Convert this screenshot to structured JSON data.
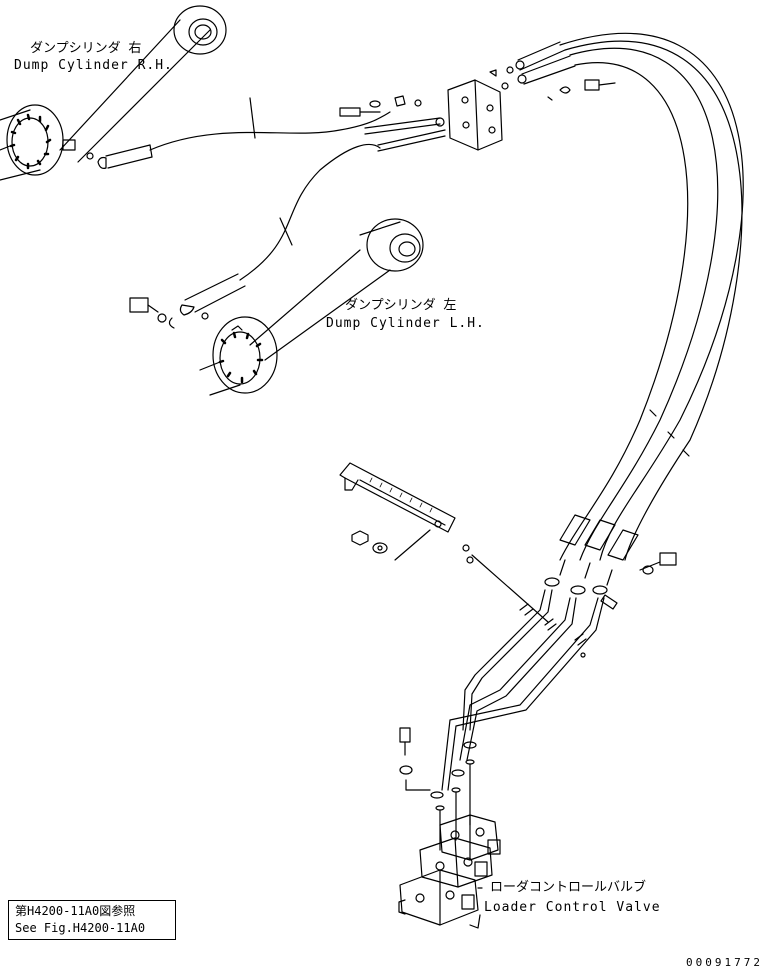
{
  "labels": {
    "dump_cylinder_rh_jp": "ダンプシリンダ 右",
    "dump_cylinder_rh_en": "Dump Cylinder R.H.",
    "dump_cylinder_lh_jp": "ダンプシリンダ 左",
    "dump_cylinder_lh_en": "Dump Cylinder L.H.",
    "loader_control_valve_jp": "ローダコントロールバルブ",
    "loader_control_valve_en": "Loader Control Valve"
  },
  "reference": {
    "line1": "第H4200-11A0図参照",
    "line2": "See Fig.H4200-11A0"
  },
  "drawing_number": "00091772"
}
